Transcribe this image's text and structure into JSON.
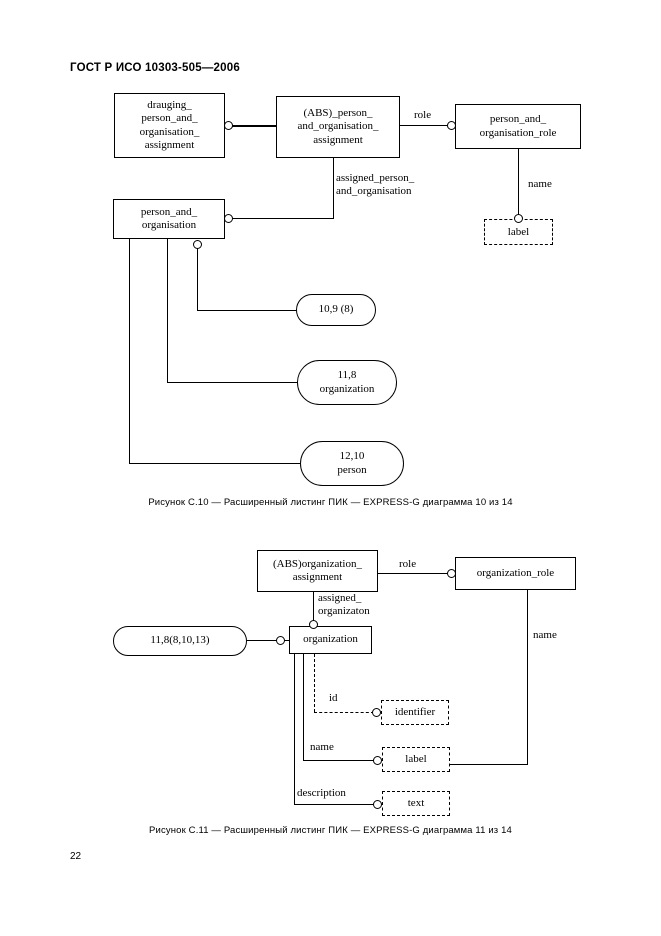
{
  "document": {
    "header": "ГОСТ Р ИСО 10303-505—2006",
    "page_number": "22"
  },
  "figure1": {
    "caption": "Рисунок С.10 — Расширенный листинг ПИК — EXPRESS-G диаграмма 10 из 14",
    "entities": {
      "drauging_assignment": "drauging_\nperson_and_\norganisation_\nassignment",
      "abs_person_org_assignment": "(ABS)_person_\nand_organisation_\nassignment",
      "person_and_organisation_role": "person_and_\norganisation_role",
      "person_and_organisation": "person_and_\norganisation"
    },
    "attributes": {
      "role": "role",
      "assigned_person_and_organisation": "assigned_person_\nand_organisation",
      "name": "name"
    },
    "types": {
      "label": "label"
    },
    "page_refs": {
      "ref_10_9": "10,9 (8)",
      "ref_11_8": "11,8\norganization",
      "ref_12_10": "12,10\nperson"
    }
  },
  "figure2": {
    "caption": "Рисунок С.11 — Расширенный листинг ПИК — EXPRESS-G диаграмма 11 из 14",
    "entities": {
      "abs_organization_assignment": "(ABS)organization_\nassignment",
      "organization_role": "organization_role",
      "organization": "organization"
    },
    "attributes": {
      "role": "role",
      "assigned_organizaton": "assigned_\norganizaton",
      "name_role": "name",
      "id": "id",
      "name": "name",
      "description": "description"
    },
    "types": {
      "identifier": "identifier",
      "label": "label",
      "text": "text"
    },
    "page_refs": {
      "ref_11_8": "11,8(8,10,13)"
    }
  }
}
